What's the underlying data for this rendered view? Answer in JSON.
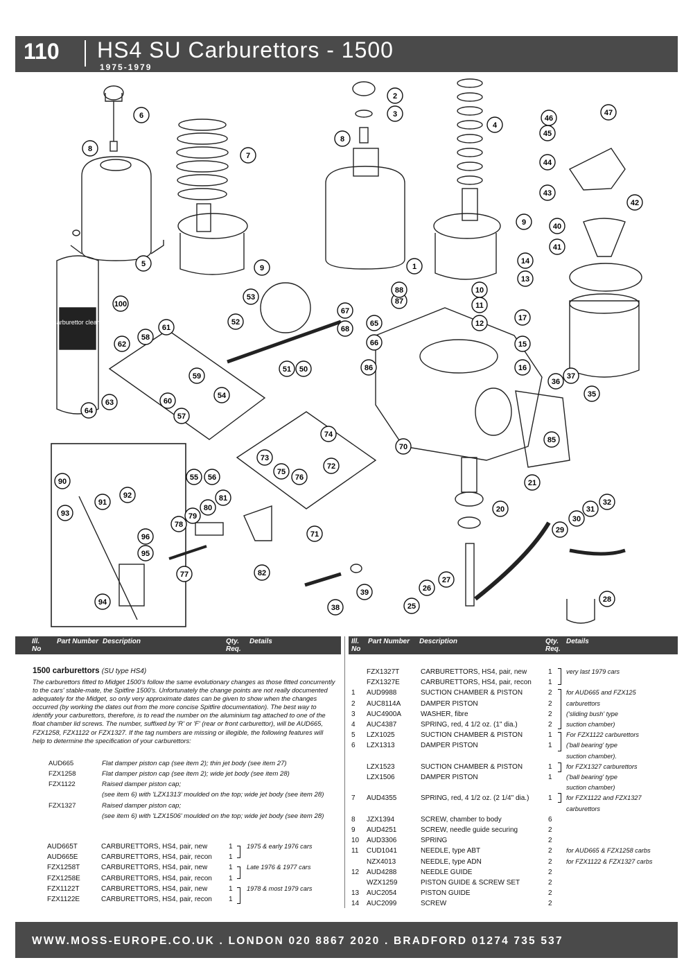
{
  "header": {
    "page_number": "110",
    "title": "HS4 SU Carburettors - 1500",
    "years": "1975-1979"
  },
  "diagram": {
    "callouts": [
      "1",
      "2",
      "3",
      "4",
      "5",
      "6",
      "7",
      "8",
      "8",
      "9",
      "9",
      "10",
      "11",
      "12",
      "13",
      "14",
      "15",
      "16",
      "17",
      "20",
      "21",
      "25",
      "26",
      "27",
      "28",
      "29",
      "30",
      "31",
      "32",
      "35",
      "36",
      "37",
      "38",
      "39",
      "40",
      "41",
      "42",
      "43",
      "44",
      "45",
      "46",
      "47",
      "50",
      "51",
      "52",
      "53",
      "54",
      "55",
      "56",
      "57",
      "58",
      "59",
      "60",
      "61",
      "62",
      "63",
      "64",
      "65",
      "66",
      "67",
      "68",
      "70",
      "71",
      "72",
      "73",
      "74",
      "75",
      "76",
      "77",
      "78",
      "79",
      "80",
      "81",
      "82",
      "85",
      "86",
      "87",
      "88",
      "90",
      "91",
      "92",
      "93",
      "94",
      "95",
      "96",
      "100"
    ],
    "can_label": "Carburettor cleaner"
  },
  "table_header": {
    "ill": "Ill.",
    "no": "No",
    "part_number": "Part Number",
    "description": "Description",
    "qty": "Qty.",
    "req": "Req.",
    "details": "Details"
  },
  "section": {
    "title": "1500 carburettors",
    "subtitle": "(SU type HS4)",
    "intro": "The carburettors fitted to Midget 1500's follow the same evolutionary changes as those fitted concurrently to the cars' stable-mate, the Spitfire 1500's. Unfortunately the change points are not really documented adequately for the Midget, so only very approximate dates can be given to show when the changes occurred (by working the dates out from the more concise Spitfire documentation). The best way to identify your carburettors, therefore, is to read the number on the aluminium tag attached to one of the float chamber lid screws. The number, suffixed by 'R' or 'F' (rear or front carburettor), will be AUD665, FZX1258, FZX1122 or FZX1327. If the tag numbers are missing or illegible, the following features will help to determine the specification of your carburettors:",
    "variants": [
      {
        "code": "AUD665",
        "desc": "Flat damper piston cap (see item 2); thin jet body (see item 27)"
      },
      {
        "code": "FZX1258",
        "desc": "Flat damper piston cap (see item 2); wide jet body (see item 28)"
      },
      {
        "code": "FZX1122",
        "desc": "Raised damper piston cap;"
      },
      {
        "code": "",
        "desc": "(see item 6) with 'LZX1313' moulded on the top; wide jet body (see item 28)"
      },
      {
        "code": "FZX1327",
        "desc": "Raised damper piston cap;"
      },
      {
        "code": "",
        "desc": "(see item 6) with 'LZX1506' moulded on the top; wide jet body (see item 28)"
      }
    ]
  },
  "left_parts": [
    {
      "ill": "",
      "part": "AUD665T",
      "desc": "CARBURETTORS, HS4, pair, new",
      "qty": "1",
      "details": "1975 & early 1976 cars"
    },
    {
      "ill": "",
      "part": "AUD665E",
      "desc": "CARBURETTORS, HS4, pair, recon",
      "qty": "1",
      "details": ""
    },
    {
      "ill": "",
      "part": "FZX1258T",
      "desc": "CARBURETTORS, HS4, pair, new",
      "qty": "1",
      "details": "Late 1976 & 1977 cars"
    },
    {
      "ill": "",
      "part": "FZX1258E",
      "desc": "CARBURETTORS, HS4, pair, recon",
      "qty": "1",
      "details": ""
    },
    {
      "ill": "",
      "part": "FZX1122T",
      "desc": "CARBURETTORS, HS4, pair, new",
      "qty": "1",
      "details": "1978 & most 1979 cars"
    },
    {
      "ill": "",
      "part": "FZX1122E",
      "desc": "CARBURETTORS, HS4, pair, recon",
      "qty": "1",
      "details": ""
    }
  ],
  "right_parts": [
    {
      "ill": "",
      "part": "FZX1327T",
      "desc": "CARBURETTORS, HS4, pair, new",
      "qty": "1",
      "details": "very last 1979 cars"
    },
    {
      "ill": "",
      "part": "FZX1327E",
      "desc": "CARBURETTORS, HS4, pair, recon",
      "qty": "1",
      "details": ""
    },
    {
      "ill": "1",
      "part": "AUD9988",
      "desc": "SUCTION CHAMBER & PISTON",
      "qty": "2",
      "details": "for AUD665 and FZX125"
    },
    {
      "ill": "2",
      "part": "AUC8114A",
      "desc": "DAMPER PISTON",
      "qty": "2",
      "details": "carburettors"
    },
    {
      "ill": "3",
      "part": "AUC4900A",
      "desc": "WASHER, fibre",
      "qty": "2",
      "details": "('sliding bush' type"
    },
    {
      "ill": "4",
      "part": "AUC4387",
      "desc": "SPRING, red, 4 1/2 oz. (1\" dia.)",
      "qty": "2",
      "details": "suction chamber)"
    },
    {
      "ill": "5",
      "part": "LZX1025",
      "desc": "SUCTION CHAMBER & PISTON",
      "qty": "1",
      "details": "For FZX1122 carburettors"
    },
    {
      "ill": "6",
      "part": "LZX1313",
      "desc": "DAMPER PISTON",
      "qty": "1",
      "details": "('ball bearing' type"
    },
    {
      "ill": "",
      "part": "",
      "desc": "",
      "qty": "",
      "details": "suction chamber)."
    },
    {
      "ill": "",
      "part": "LZX1523",
      "desc": "SUCTION CHAMBER & PISTON",
      "qty": "1",
      "details": "for FZX1327 carburettors"
    },
    {
      "ill": "",
      "part": "LZX1506",
      "desc": "DAMPER PISTON",
      "qty": "1",
      "details": "('ball bearing' type"
    },
    {
      "ill": "",
      "part": "",
      "desc": "",
      "qty": "",
      "details": "suction chamber)"
    },
    {
      "ill": "7",
      "part": "AUD4355",
      "desc": "SPRING, red, 4 1/2 oz. (2 1/4\" dia.)",
      "qty": "1",
      "details": "for FZX1122 and FZX1327"
    },
    {
      "ill": "",
      "part": "",
      "desc": "",
      "qty": "",
      "details": "carburettors"
    },
    {
      "ill": "8",
      "part": "JZX1394",
      "desc": "SCREW, chamber to body",
      "qty": "6",
      "details": ""
    },
    {
      "ill": "9",
      "part": "AUD4251",
      "desc": "SCREW, needle guide securing",
      "qty": "2",
      "details": ""
    },
    {
      "ill": "10",
      "part": "AUD3306",
      "desc": "SPRING",
      "qty": "2",
      "details": ""
    },
    {
      "ill": "11",
      "part": "CUD1041",
      "desc": "NEEDLE, type ABT",
      "qty": "2",
      "details": "for AUD665 & FZX1258 carbs"
    },
    {
      "ill": "",
      "part": "NZX4013",
      "desc": "NEEDLE, type ADN",
      "qty": "2",
      "details": "for FZX1122 & FZX1327 carbs"
    },
    {
      "ill": "12",
      "part": "AUD4288",
      "desc": "NEEDLE GUIDE",
      "qty": "2",
      "details": ""
    },
    {
      "ill": "",
      "part": "WZX1259",
      "desc": "PISTON GUIDE & SCREW SET",
      "qty": "2",
      "details": ""
    },
    {
      "ill": "13",
      "part": "AUC2054",
      "desc": "PISTON GUIDE",
      "qty": "2",
      "details": ""
    },
    {
      "ill": "14",
      "part": "AUC2099",
      "desc": "SCREW",
      "qty": "2",
      "details": ""
    }
  ],
  "footer": {
    "text": "WWW.MOSS-EUROPE.CO.UK . LONDON 020 8867 2020 . BRADFORD 01274 735 537"
  }
}
